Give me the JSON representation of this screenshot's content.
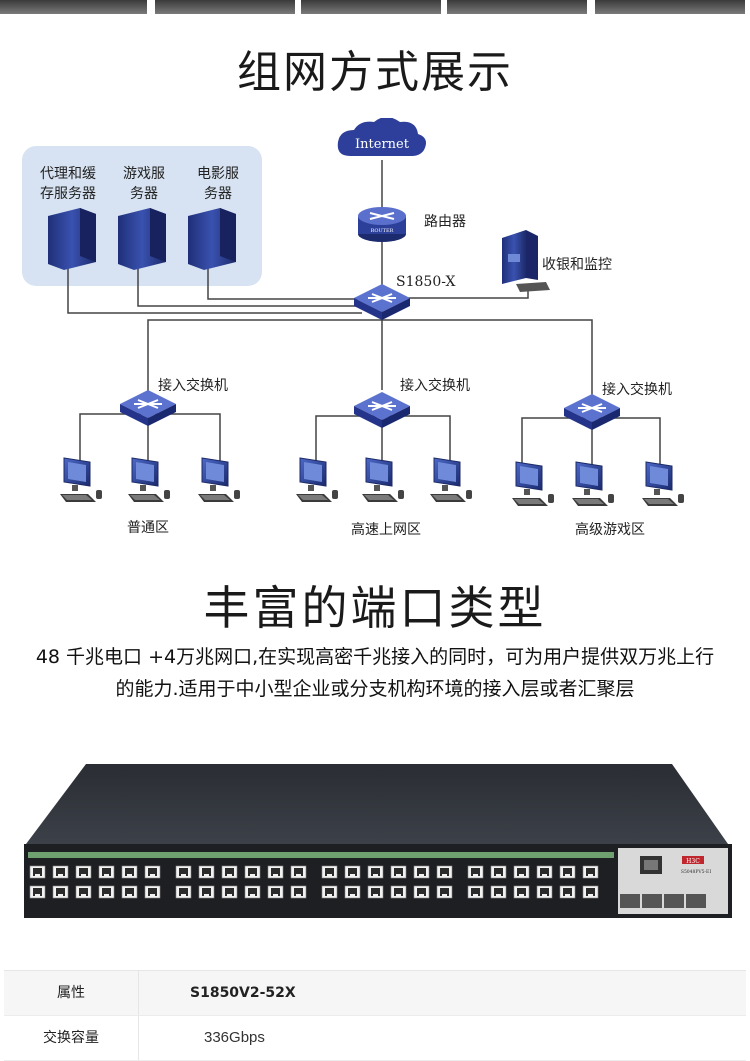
{
  "section1": {
    "title": "组网方式展示"
  },
  "diagram": {
    "cloud_label": "Internet",
    "router_label": "路由器",
    "router_badge": "ROUTER",
    "core_switch_label": "S1850-X",
    "monitor_label": "收银和监控",
    "servers": [
      {
        "line1": "代理和缓",
        "line2": "存服务器"
      },
      {
        "line1": "游戏服",
        "line2": "务器"
      },
      {
        "line1": "电影服",
        "line2": "务器"
      }
    ],
    "access_switches": [
      {
        "label": "接入交换机",
        "zone": "普通区"
      },
      {
        "label": "接入交换机",
        "zone": "高速上网区"
      },
      {
        "label": "接入交换机",
        "zone": "高级游戏区"
      }
    ],
    "colors": {
      "server_panel": "#d7e3f2",
      "server_body": "#2a3f8f",
      "switch_body": "#3346a3",
      "line": "#444444"
    }
  },
  "section2": {
    "title": "丰富的端口类型",
    "desc_line1": "48 千兆电口 +4万兆网口,在实现高密千兆接入的同时，可为用户提供双万兆上行",
    "desc_line2": "的能力.适用于中小型企业或分支机构环境的接入层或者汇聚层"
  },
  "device": {
    "brand": "H3C",
    "model": "S5048PV5-EI"
  },
  "spec": {
    "rows": [
      {
        "key": "属性",
        "value": "S1850V2-52X"
      },
      {
        "key": "交换容量",
        "value": "336Gbps"
      }
    ]
  }
}
